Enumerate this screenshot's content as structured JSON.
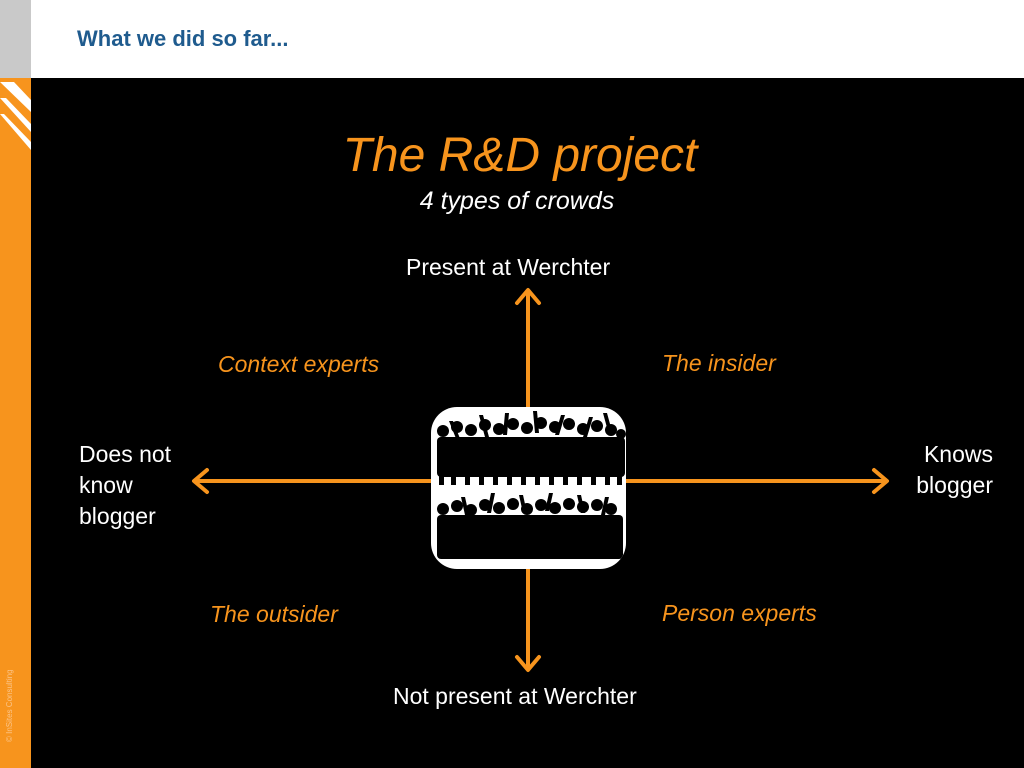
{
  "header": {
    "title": "What we did so far..."
  },
  "sidebar": {
    "copyright": "© InSites Consulting"
  },
  "slide": {
    "title": "The R&D project",
    "subtitle": "4 types of crowds"
  },
  "axes": {
    "top": "Present at Werchter",
    "bottom": "Not present at Werchter",
    "left_line1": "Does not",
    "left_line2": "know",
    "left_line3": "blogger",
    "right_line1": "Knows",
    "right_line2": "blogger"
  },
  "quadrants": {
    "top_left": "Context experts",
    "top_right": "The insider",
    "bottom_left": "The outsider",
    "bottom_right": "Person experts"
  },
  "colors": {
    "accent": "#f7941d",
    "header_text": "#1f5b8e",
    "background": "#000000"
  },
  "icons": {
    "center_image": "crowd-silhouettes-icon"
  }
}
